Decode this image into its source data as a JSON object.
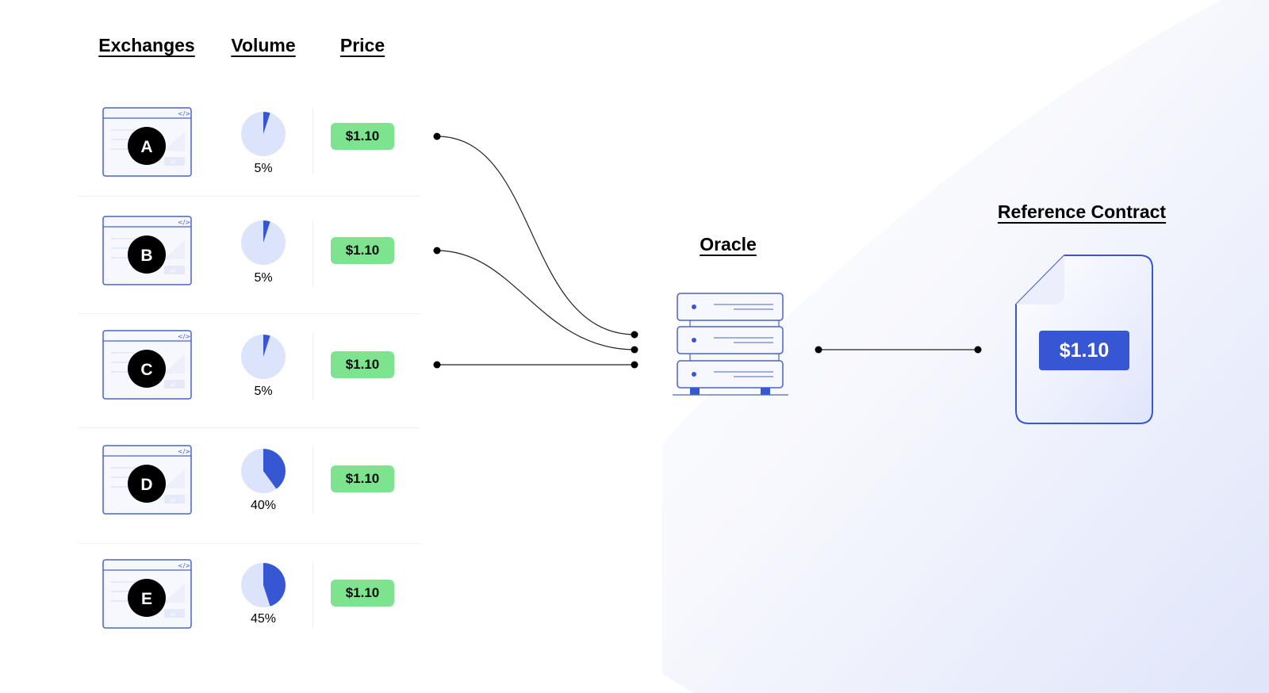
{
  "headings": {
    "exchanges": "Exchanges",
    "volume": "Volume",
    "price": "Price",
    "oracle": "Oracle",
    "reference_contract": "Reference Contract"
  },
  "exchanges": [
    {
      "letter": "A",
      "volume_label": "5%",
      "volume_fraction": 0.05,
      "price": "$1.10"
    },
    {
      "letter": "B",
      "volume_label": "5%",
      "volume_fraction": 0.05,
      "price": "$1.10"
    },
    {
      "letter": "C",
      "volume_label": "5%",
      "volume_fraction": 0.05,
      "price": "$1.10"
    },
    {
      "letter": "D",
      "volume_label": "40%",
      "volume_fraction": 0.4,
      "price": "$1.10"
    },
    {
      "letter": "E",
      "volume_label": "45%",
      "volume_fraction": 0.45,
      "price": "$1.10"
    }
  ],
  "reference_contract": {
    "value": "$1.10"
  },
  "colors": {
    "accent_blue": "#3756d3",
    "pie_light": "#dce4fb",
    "price_green": "#7de38f",
    "window_border": "#4a63c9",
    "window_fill": "#f7f8fe",
    "circle_black": "#000000"
  },
  "icons": {
    "exchange": "browser-window-icon",
    "oracle": "server-stack-icon",
    "contract": "document-icon"
  }
}
